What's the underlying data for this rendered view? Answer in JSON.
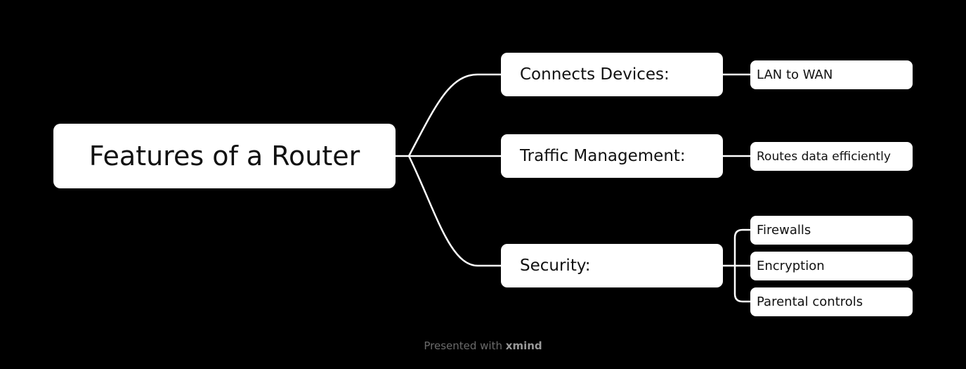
{
  "root": {
    "label": "Features of a Router"
  },
  "branches": [
    {
      "label": "Connects Devices:",
      "children": [
        "LAN to WAN"
      ]
    },
    {
      "label": "Traffic Management:",
      "children": [
        "Routes data efficiently"
      ]
    },
    {
      "label": "Security:",
      "children": [
        "Firewalls",
        "Encryption",
        "Parental controls"
      ]
    }
  ],
  "footer": {
    "prefix": "Presented with",
    "brand": "xmind"
  },
  "colors": {
    "background": "#000000",
    "node_fill": "#ffffff",
    "connector": "#ffffff",
    "text": "#111111",
    "footer_text": "#6b6b6b"
  }
}
